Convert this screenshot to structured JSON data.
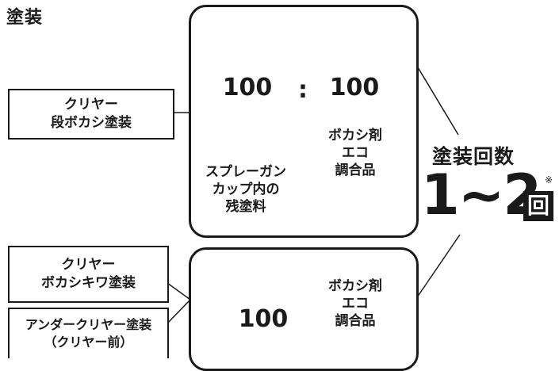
{
  "title": "塗装",
  "labels": {
    "clear_dan": [
      "クリヤー",
      "段ボカシ塗装"
    ],
    "clear_kiwa": [
      "クリヤー",
      "ボカシキワ塗装"
    ],
    "under_clear": [
      "アンダークリヤー塗装",
      "（クリヤー前）"
    ]
  },
  "panel_top": {
    "cup_value": "100",
    "ratio_sign": ":",
    "beaker_value": "100",
    "cup_caption": [
      "スプレーガン",
      "カップ内の",
      "残塗料"
    ],
    "beaker_caption": [
      "ボカシ剤",
      "エコ",
      "調合品"
    ]
  },
  "panel_bottom": {
    "beaker_value": "100",
    "beaker_caption": [
      "ボカシ剤",
      "エコ",
      "調合品"
    ]
  },
  "count": {
    "label": "塗装回数",
    "value": "1~2",
    "unit": "回",
    "note": "※"
  },
  "colors": {
    "ink": "#1a1a1a",
    "liquid": "#bdbdbd"
  }
}
